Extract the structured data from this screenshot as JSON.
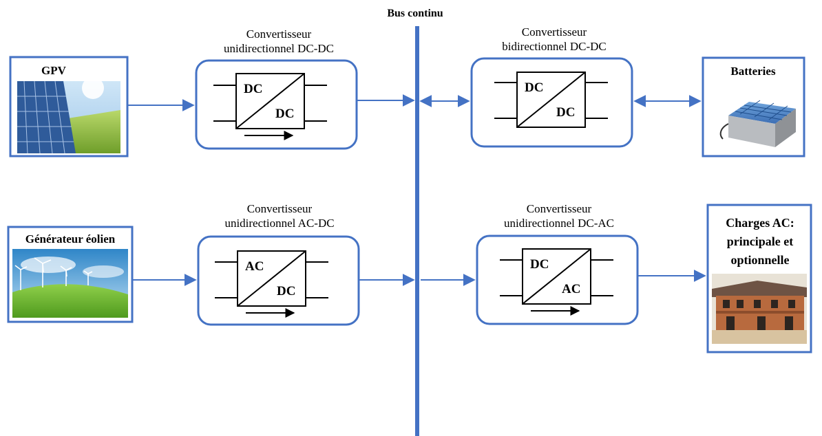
{
  "bus": {
    "label": "Bus continu"
  },
  "converters": {
    "pv_dcdc": {
      "line1": "Convertisseur",
      "line2": "unidirectionnel  DC-DC",
      "top": "DC",
      "bottom": "DC"
    },
    "bat_dcdc": {
      "line1": "Convertisseur",
      "line2": "bidirectionnel  DC-DC",
      "top": "DC",
      "bottom": "DC"
    },
    "wind_acdc": {
      "line1": "Convertisseur",
      "line2": "unidirectionnel AC-DC",
      "top": "AC",
      "bottom": "DC"
    },
    "load_dcac": {
      "line1": "Convertisseur",
      "line2": "unidirectionnel  DC-AC",
      "top": "DC",
      "bottom": "AC"
    }
  },
  "sources": {
    "gpv": {
      "label": "GPV",
      "picture": "solar-panel-image"
    },
    "batteries": {
      "label": "Batteries",
      "picture": "battery-bank-image"
    },
    "wind": {
      "label": "Générateur  éolien",
      "picture": "wind-turbines-image"
    },
    "loads": {
      "line1": "Charges AC:",
      "line2": "principale et",
      "line3": "optionnelle",
      "picture": "house-image"
    }
  },
  "colors": {
    "accent": "#4472c4"
  }
}
